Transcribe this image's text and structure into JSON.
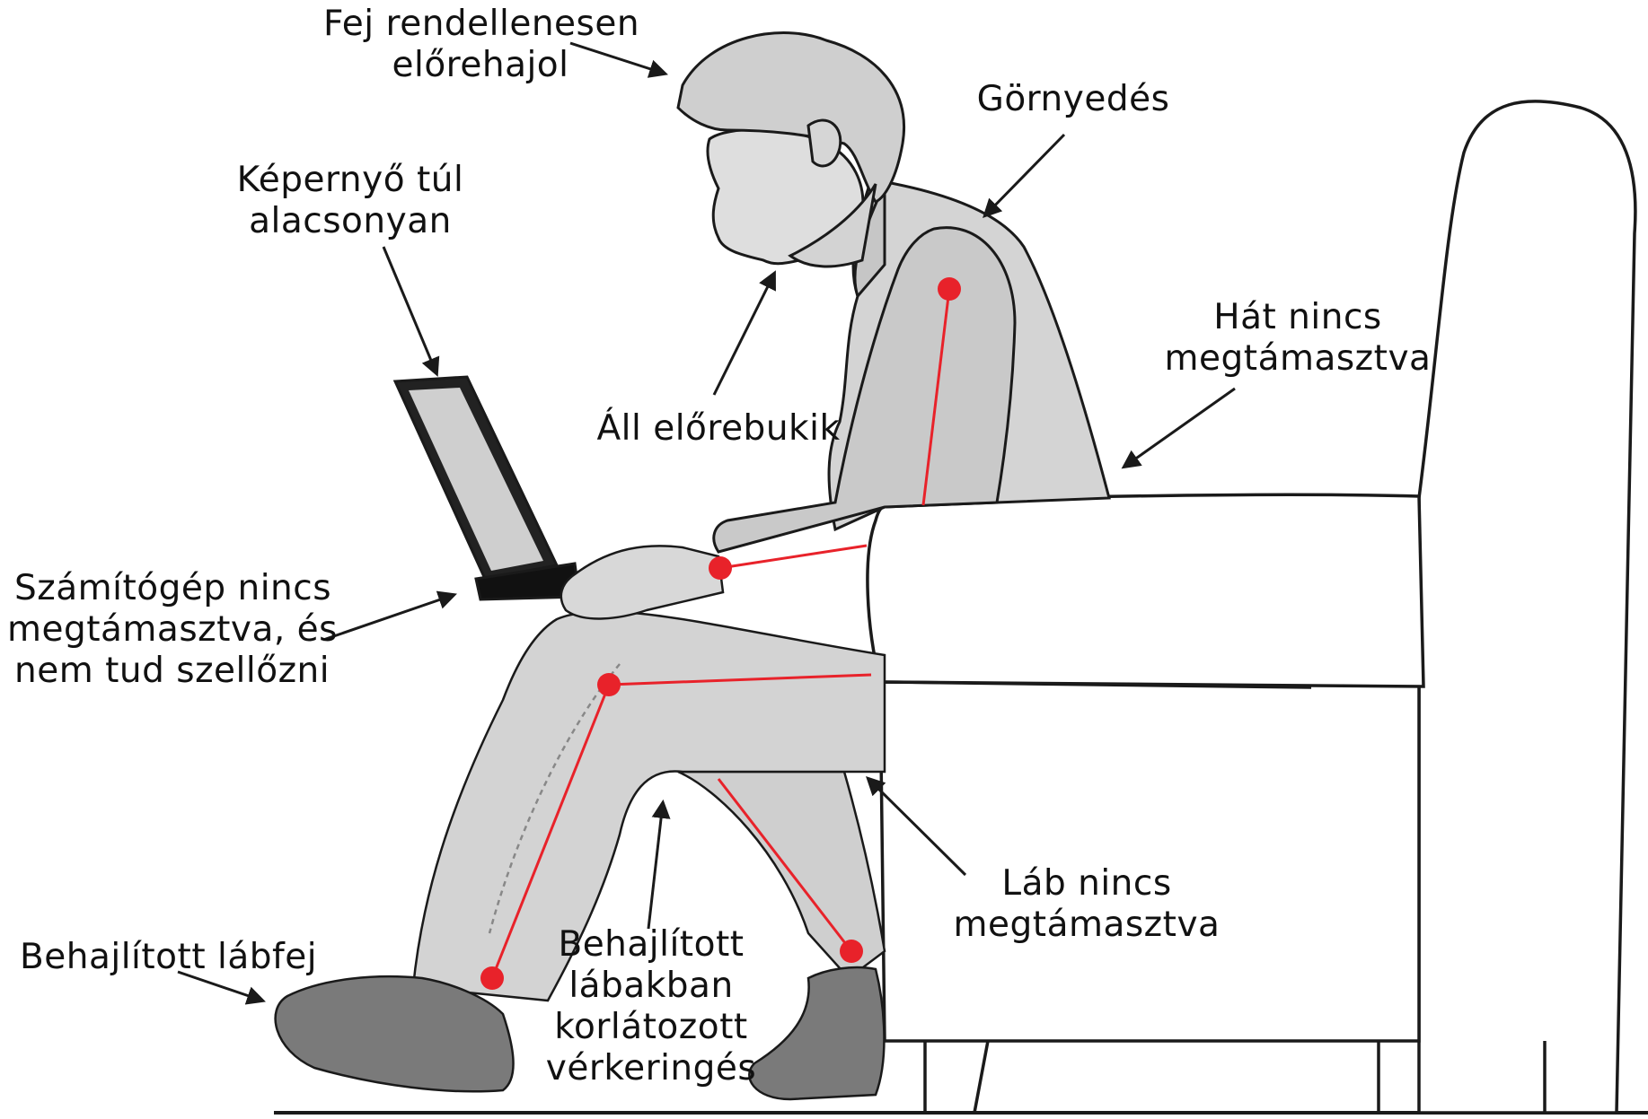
{
  "colors": {
    "figure_fill": "#d6d6d6",
    "figure_dark": "#b8b8b8",
    "shoe_fill": "#7a7a7a",
    "outline": "#1a1a1a",
    "marker_red": "#e8222a",
    "chair_fill": "#ffffff"
  },
  "labels": {
    "head": {
      "line1": "Fej rendellenesen",
      "line2": "előrehajol"
    },
    "slouch": {
      "line1": "Görnyedés"
    },
    "screen": {
      "line1": "Képernyő túl",
      "line2": "alacsonyan"
    },
    "back": {
      "line1": "Hát nincs",
      "line2": "megtámasztva"
    },
    "chin": {
      "line1": "Áll előrebukik"
    },
    "laptop": {
      "line1": "Számítógép nincs",
      "line2": "megtámasztva, és",
      "line3": "nem tud szellőzni"
    },
    "feet_unsupported": {
      "line1": "Láb nincs",
      "line2": "megtámasztva"
    },
    "bent_foot": {
      "line1": "Behajlított lábfej"
    },
    "circulation": {
      "line1": "Behajlított",
      "line2": "lábakban",
      "line3": "korlátozott",
      "line4": "vérkeringés"
    }
  },
  "icons": {
    "arrow": "arrow-icon",
    "joint_marker": "red-dot-icon"
  }
}
